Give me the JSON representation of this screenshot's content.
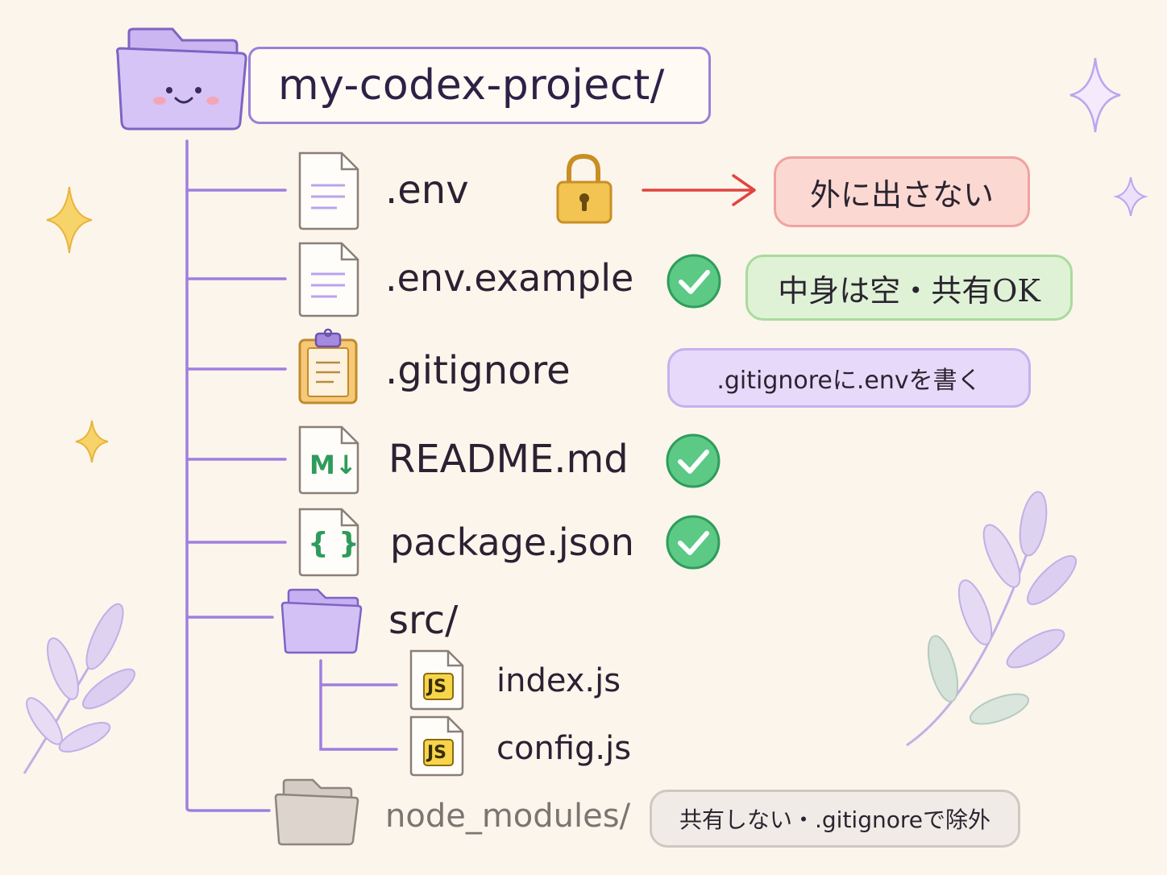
{
  "root": {
    "name": "my-codex-project/",
    "icon": "smiling-folder-icon"
  },
  "items": [
    {
      "id": "env",
      "name": ".env",
      "icon": "document-icon",
      "badge": "lock-icon",
      "note": "外に出さない"
    },
    {
      "id": "env-example",
      "name": ".env.example",
      "icon": "document-icon",
      "badge": "check-circle-icon",
      "note": "中身は空・共有OK"
    },
    {
      "id": "gitignore",
      "name": ".gitignore",
      "icon": "clipboard-icon",
      "note": ".gitignoreに.envを書く"
    },
    {
      "id": "readme",
      "name": "README.md",
      "icon": "markdown-file-icon",
      "icon_text": "M↓",
      "badge": "check-circle-icon"
    },
    {
      "id": "package",
      "name": "package.json",
      "icon": "json-file-icon",
      "icon_text": "{ }",
      "badge": "check-circle-icon"
    },
    {
      "id": "src",
      "name": "src/",
      "icon": "folder-icon",
      "children": [
        {
          "id": "index",
          "name": "index.js",
          "icon": "js-file-icon",
          "icon_text": "JS"
        },
        {
          "id": "config",
          "name": "config.js",
          "icon": "js-file-icon",
          "icon_text": "JS"
        }
      ]
    },
    {
      "id": "node-modules",
      "name": "node_modules/",
      "icon": "gray-folder-icon",
      "note": "共有しない・.gitignoreで除外"
    }
  ],
  "colors": {
    "background": "#fcf5ec",
    "tree_line": "#9f7fe0",
    "warning_arrow": "#e0453f",
    "check_green": "#4cc47a",
    "lock_gold": "#e6b23e",
    "sparkle_gold": "#f2c14e",
    "sparkle_purple": "#c7b2f0"
  }
}
